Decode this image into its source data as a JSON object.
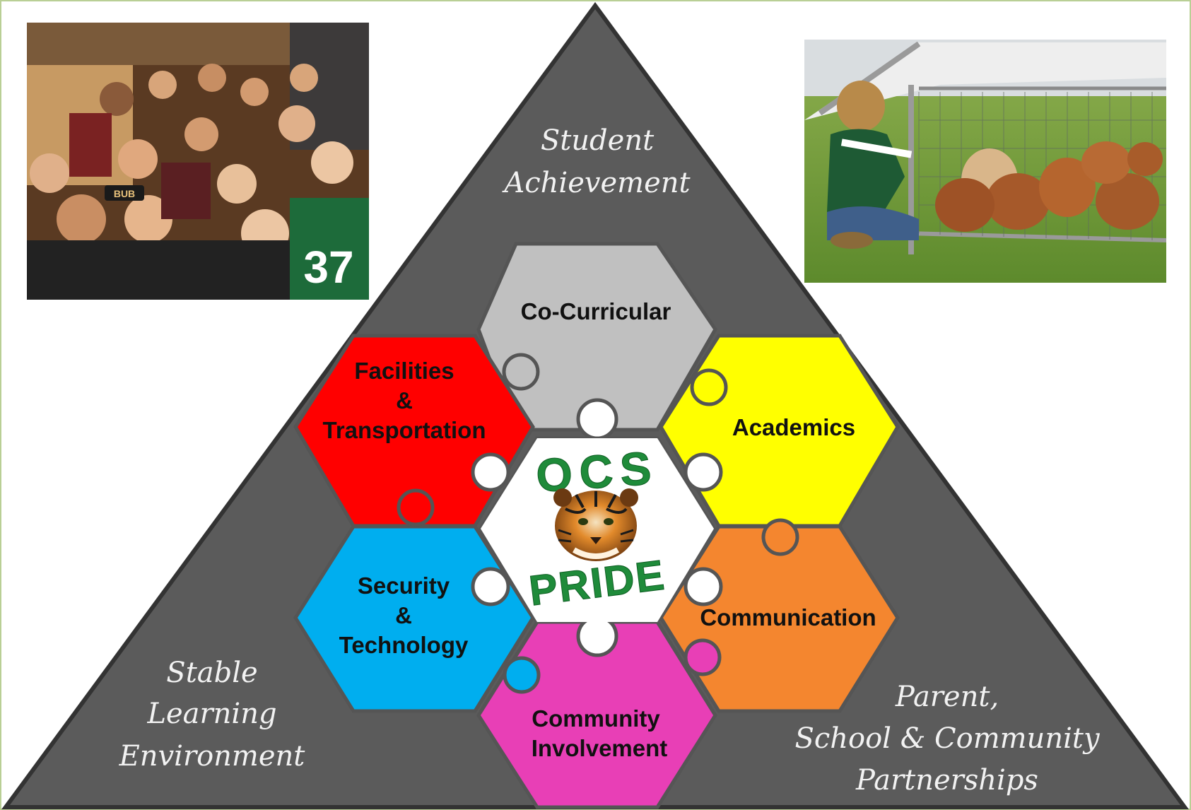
{
  "corners": {
    "top": [
      "Student",
      "Achievement"
    ],
    "left": [
      "Stable",
      "Learning",
      "Environment"
    ],
    "right": [
      "Parent,",
      "School & Community",
      "Partnerships"
    ]
  },
  "pieces": [
    {
      "id": "co-curricular",
      "lines": [
        "Co-Curricular"
      ],
      "color": "#c0c0c0"
    },
    {
      "id": "academics",
      "lines": [
        "Academics"
      ],
      "color": "#ffff00"
    },
    {
      "id": "communication",
      "lines": [
        "Communication"
      ],
      "color": "#f4862f"
    },
    {
      "id": "community-involvement",
      "lines": [
        "Community",
        "Involvement"
      ],
      "color": "#e83fb6"
    },
    {
      "id": "security-technology",
      "lines": [
        "Security",
        "&",
        "Technology"
      ],
      "color": "#00aeef"
    },
    {
      "id": "facilities-transportation",
      "lines": [
        "Facilities",
        "&",
        "Transportation"
      ],
      "color": "#ff0000"
    }
  ],
  "center": {
    "top_text": "OCS",
    "bottom_text": "PRIDE",
    "logo_color": "#1f8b3a"
  },
  "triangle_color": "#5b5b5b",
  "photos": {
    "left_jersey_number": "37",
    "left_hat_text": "BUB"
  }
}
